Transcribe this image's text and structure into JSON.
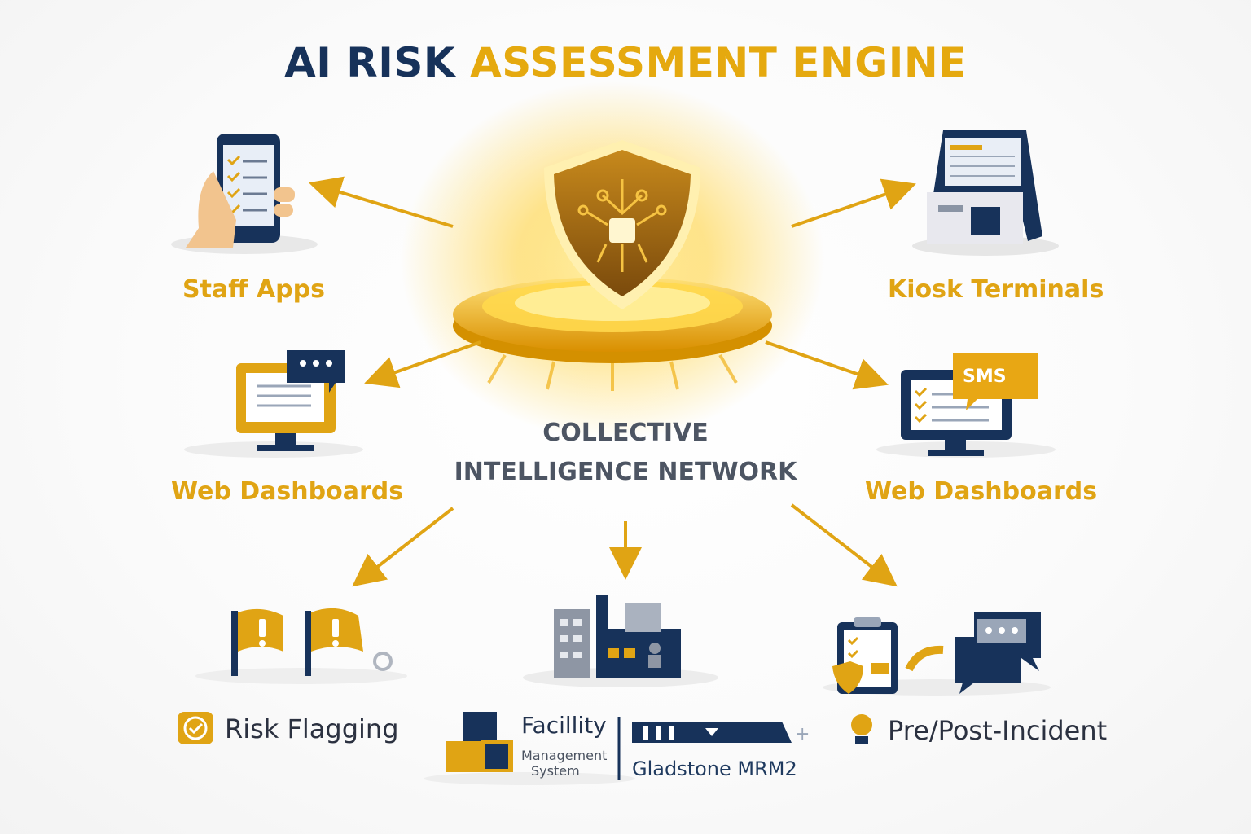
{
  "title": {
    "part1": "AI RISK",
    "part2": "ASSESSMENT ENGINE"
  },
  "center": {
    "line1": "COLLECTIVE",
    "line2": "INTELLIGENCE NETWORK"
  },
  "nodes": {
    "staff_apps": "Staff Apps",
    "kiosk_terminals": "Kiosk Terminals",
    "web_dashboards_left": "Web Dashboards",
    "web_dashboards_right": "Web Dashboards",
    "sms_badge": "SMS"
  },
  "bottom": {
    "risk_flagging": "Risk Flagging",
    "facility_title": "Facillity",
    "facility_line2": "Management",
    "facility_line3": "System",
    "gladstone": "Gladstone MRM2",
    "pre_post": "Pre/Post-Incident"
  },
  "colors": {
    "navy": "#17325a",
    "gold": "#e5a90f",
    "gray": "#4d5563"
  },
  "icons": [
    "shield-circuit-icon",
    "smartphone-checklist-icon",
    "kiosk-icon",
    "monitor-chat-icon",
    "monitor-sms-icon",
    "warning-flags-icon",
    "facility-building-icon",
    "clipboard-chat-icon",
    "check-badge-icon",
    "lightbulb-icon"
  ]
}
